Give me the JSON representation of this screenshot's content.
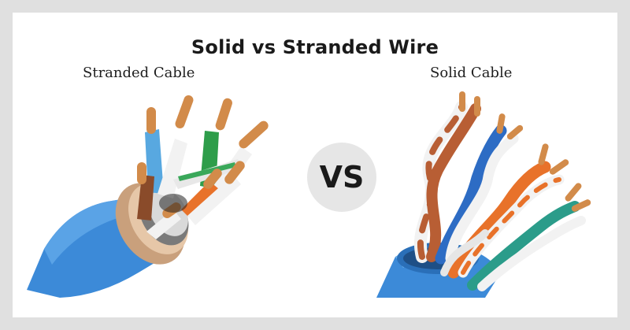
{
  "title": "Solid vs Stranded Wire",
  "left_label": "Stranded Cable",
  "right_label": "Solid Cable",
  "vs_text": "VS",
  "colors": {
    "jacket_blue": "#3c8ad8",
    "jacket_dark": "#2a6fb8",
    "copper": "#d28b4a",
    "orange": "#e8722a",
    "green": "#2e9d4a",
    "brown": "#8a4b2a",
    "white": "#f4f4f4",
    "teal": "#2b9c8a"
  }
}
